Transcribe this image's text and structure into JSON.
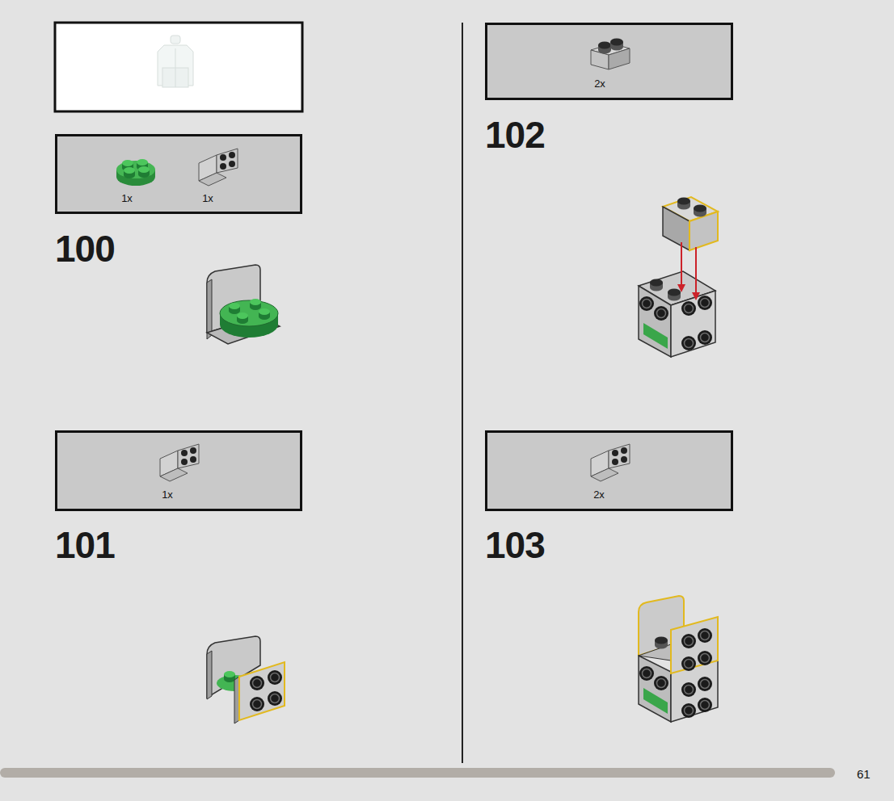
{
  "diagram": {
    "nodes": [
      {
        "text": [
          "1x",
          "1x"
        ]
      },
      {
        "text": [
          "1x"
        ]
      },
      {
        "text": [
          "2x"
        ]
      },
      {
        "text": [
          "2x"
        ]
      }
    ],
    "labels": [
      "100",
      "101",
      "102",
      "103",
      "61"
    ]
  }
}
